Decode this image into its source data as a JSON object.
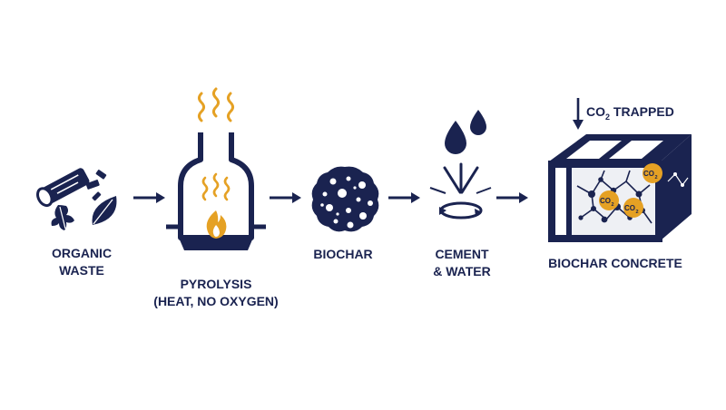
{
  "colors": {
    "navy": "#1a2350",
    "orange": "#e5a124",
    "white": "#ffffff",
    "concrete_bg": "#eef0f4"
  },
  "steps": [
    {
      "id": "organic-waste",
      "label_lines": [
        "ORGANIC",
        "WASTE"
      ],
      "icon": "wood-leaves-icon"
    },
    {
      "id": "pyrolysis",
      "label_lines": [
        "PYROLYSIS",
        "(HEAT, NO OXYGEN)"
      ],
      "icon": "kiln-flame-icon"
    },
    {
      "id": "biochar",
      "label_lines": [
        "BIOCHAR"
      ],
      "icon": "porous-char-icon"
    },
    {
      "id": "cement-water",
      "label_lines": [
        "CEMENT",
        "& WATER"
      ],
      "icon": "water-drops-mix-icon"
    },
    {
      "id": "biochar-concrete",
      "label_lines": [
        "BIOCHAR CONCRETE"
      ],
      "icon": "concrete-block-icon"
    }
  ],
  "co2_trapped": {
    "prefix": "CO",
    "subscript": "2",
    "suffix": " TRAPPED"
  },
  "co2_bubble": {
    "main": "CO",
    "sub": "2"
  }
}
